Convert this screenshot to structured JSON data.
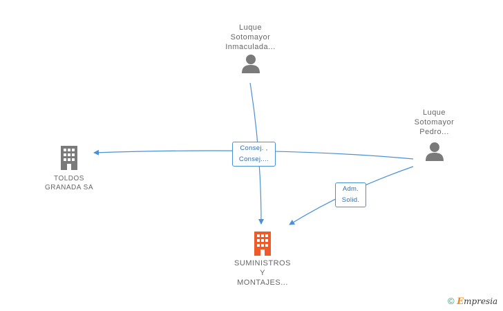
{
  "colors": {
    "edge": "#4a90d9",
    "person_icon": "#7a7a7a",
    "company_icon": "#7a7a7a",
    "main_company_icon": "#f05a28",
    "text": "#666666"
  },
  "nodes": {
    "person_inmaculada": {
      "name": "Luque\nSotomayor\nInmaculada...",
      "icon": "person-icon"
    },
    "person_pedro": {
      "name": "Luque\nSotomayor\nPedro...",
      "icon": "person-icon"
    },
    "company_toldos": {
      "name": "TOLDOS\nGRANADA SA",
      "icon": "building-icon"
    },
    "company_suministros": {
      "name": "SUMINISTROS\nY\nMONTAJES...",
      "icon": "building-icon"
    }
  },
  "edge_labels": {
    "consej": "Consej. ,\nConsej....",
    "adm": "Adm.\nSolid."
  },
  "brand": {
    "copyright": "©",
    "e": "E",
    "word": "mpresia"
  }
}
